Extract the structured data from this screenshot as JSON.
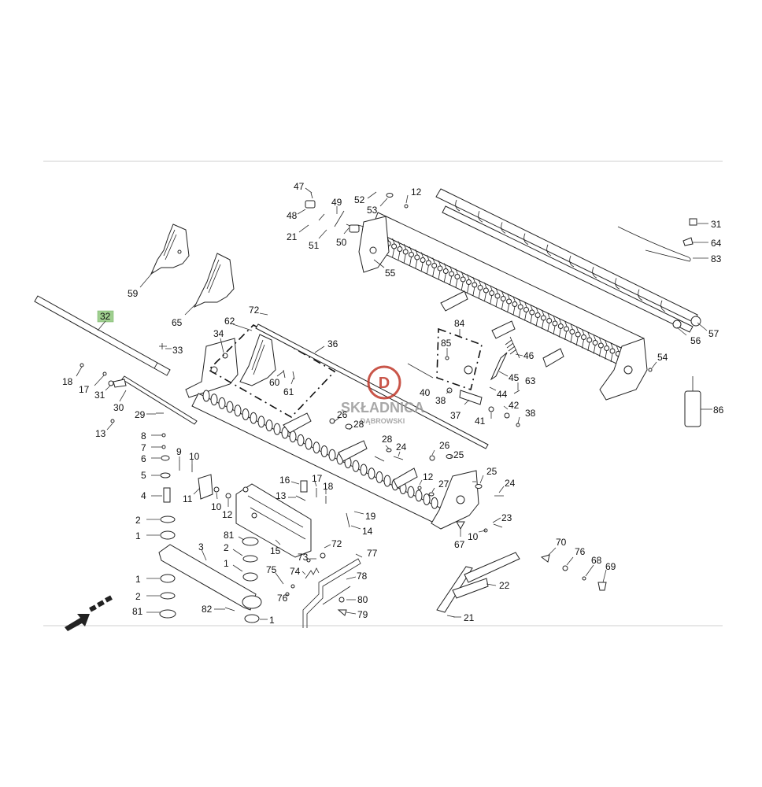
{
  "diagram": {
    "highlight_color": "#9fcf8f",
    "watermark": {
      "line1": "SKŁADNICA",
      "line2": "DĄBROWSKI",
      "logo_letter": "D",
      "color": "#c0392b"
    },
    "labels": [
      {
        "id": "47",
        "text": "47",
        "highlight": false
      },
      {
        "id": "52",
        "text": "52",
        "highlight": false
      },
      {
        "id": "12a",
        "text": "12",
        "highlight": false
      },
      {
        "id": "49",
        "text": "49",
        "highlight": false
      },
      {
        "id": "48",
        "text": "48",
        "highlight": false
      },
      {
        "id": "53",
        "text": "53",
        "highlight": false
      },
      {
        "id": "21a",
        "text": "21",
        "highlight": false
      },
      {
        "id": "51",
        "text": "51",
        "highlight": false
      },
      {
        "id": "50",
        "text": "50",
        "highlight": false
      },
      {
        "id": "31a",
        "text": "31",
        "highlight": false
      },
      {
        "id": "64",
        "text": "64",
        "highlight": false
      },
      {
        "id": "83",
        "text": "83",
        "highlight": false
      },
      {
        "id": "55",
        "text": "55",
        "highlight": false
      },
      {
        "id": "59",
        "text": "59",
        "highlight": false
      },
      {
        "id": "65",
        "text": "65",
        "highlight": false
      },
      {
        "id": "32",
        "text": "32",
        "highlight": true
      },
      {
        "id": "72a",
        "text": "72",
        "highlight": false
      },
      {
        "id": "62",
        "text": "62",
        "highlight": false
      },
      {
        "id": "84",
        "text": "84",
        "highlight": false
      },
      {
        "id": "57",
        "text": "57",
        "highlight": false
      },
      {
        "id": "56",
        "text": "56",
        "highlight": false
      },
      {
        "id": "34",
        "text": "34",
        "highlight": false
      },
      {
        "id": "36",
        "text": "36",
        "highlight": false
      },
      {
        "id": "85",
        "text": "85",
        "highlight": false
      },
      {
        "id": "33",
        "text": "33",
        "highlight": false
      },
      {
        "id": "46",
        "text": "46",
        "highlight": false
      },
      {
        "id": "54",
        "text": "54",
        "highlight": false
      },
      {
        "id": "45",
        "text": "45",
        "highlight": false
      },
      {
        "id": "18a",
        "text": "18",
        "highlight": false
      },
      {
        "id": "17a",
        "text": "17",
        "highlight": false
      },
      {
        "id": "60",
        "text": "60",
        "highlight": false
      },
      {
        "id": "31b",
        "text": "31",
        "highlight": false
      },
      {
        "id": "61",
        "text": "61",
        "highlight": false
      },
      {
        "id": "40",
        "text": "40",
        "highlight": false
      },
      {
        "id": "63",
        "text": "63",
        "highlight": false
      },
      {
        "id": "44",
        "text": "44",
        "highlight": false
      },
      {
        "id": "86",
        "text": "86",
        "highlight": false
      },
      {
        "id": "30",
        "text": "30",
        "highlight": false
      },
      {
        "id": "38a",
        "text": "38",
        "highlight": false
      },
      {
        "id": "42",
        "text": "42",
        "highlight": false
      },
      {
        "id": "29",
        "text": "29",
        "highlight": false
      },
      {
        "id": "26a",
        "text": "26",
        "highlight": false
      },
      {
        "id": "37",
        "text": "37",
        "highlight": false
      },
      {
        "id": "41",
        "text": "41",
        "highlight": false
      },
      {
        "id": "38b",
        "text": "38",
        "highlight": false
      },
      {
        "id": "28a",
        "text": "28",
        "highlight": false
      },
      {
        "id": "13a",
        "text": "13",
        "highlight": false
      },
      {
        "id": "8",
        "text": "8",
        "highlight": false
      },
      {
        "id": "28b",
        "text": "28",
        "highlight": false
      },
      {
        "id": "24a",
        "text": "24",
        "highlight": false
      },
      {
        "id": "7",
        "text": "7",
        "highlight": false
      },
      {
        "id": "26b",
        "text": "26",
        "highlight": false
      },
      {
        "id": "9",
        "text": "9",
        "highlight": false
      },
      {
        "id": "6",
        "text": "6",
        "highlight": false
      },
      {
        "id": "10a",
        "text": "10",
        "highlight": false
      },
      {
        "id": "25a",
        "text": "25",
        "highlight": false
      },
      {
        "id": "5",
        "text": "5",
        "highlight": false
      },
      {
        "id": "25b",
        "text": "25",
        "highlight": false
      },
      {
        "id": "16",
        "text": "16",
        "highlight": false
      },
      {
        "id": "17b",
        "text": "17",
        "highlight": false
      },
      {
        "id": "12b",
        "text": "12",
        "highlight": false
      },
      {
        "id": "18b",
        "text": "18",
        "highlight": false
      },
      {
        "id": "27",
        "text": "27",
        "highlight": false
      },
      {
        "id": "24b",
        "text": "24",
        "highlight": false
      },
      {
        "id": "4",
        "text": "4",
        "highlight": false
      },
      {
        "id": "11",
        "text": "11",
        "highlight": false
      },
      {
        "id": "13b",
        "text": "13",
        "highlight": false
      },
      {
        "id": "10b",
        "text": "10",
        "highlight": false
      },
      {
        "id": "12c",
        "text": "12",
        "highlight": false
      },
      {
        "id": "19",
        "text": "19",
        "highlight": false
      },
      {
        "id": "23",
        "text": "23",
        "highlight": false
      },
      {
        "id": "2a",
        "text": "2",
        "highlight": false
      },
      {
        "id": "14",
        "text": "14",
        "highlight": false
      },
      {
        "id": "10c",
        "text": "10",
        "highlight": false
      },
      {
        "id": "67",
        "text": "67",
        "highlight": false
      },
      {
        "id": "1a",
        "text": "1",
        "highlight": false
      },
      {
        "id": "81a",
        "text": "81",
        "highlight": false
      },
      {
        "id": "15",
        "text": "15",
        "highlight": false
      },
      {
        "id": "72b",
        "text": "72",
        "highlight": false
      },
      {
        "id": "70",
        "text": "70",
        "highlight": false
      },
      {
        "id": "3",
        "text": "3",
        "highlight": false
      },
      {
        "id": "2b",
        "text": "2",
        "highlight": false
      },
      {
        "id": "77",
        "text": "77",
        "highlight": false
      },
      {
        "id": "76a",
        "text": "76",
        "highlight": false
      },
      {
        "id": "73",
        "text": "73",
        "highlight": false
      },
      {
        "id": "68",
        "text": "68",
        "highlight": false
      },
      {
        "id": "1b",
        "text": "1",
        "highlight": false
      },
      {
        "id": "75",
        "text": "75",
        "highlight": false
      },
      {
        "id": "74",
        "text": "74",
        "highlight": false
      },
      {
        "id": "69",
        "text": "69",
        "highlight": false
      },
      {
        "id": "1c",
        "text": "1",
        "highlight": false
      },
      {
        "id": "78",
        "text": "78",
        "highlight": false
      },
      {
        "id": "22",
        "text": "22",
        "highlight": false
      },
      {
        "id": "2c",
        "text": "2",
        "highlight": false
      },
      {
        "id": "76b",
        "text": "76",
        "highlight": false
      },
      {
        "id": "80",
        "text": "80",
        "highlight": false
      },
      {
        "id": "81b",
        "text": "81",
        "highlight": false
      },
      {
        "id": "82",
        "text": "82",
        "highlight": false
      },
      {
        "id": "79",
        "text": "79",
        "highlight": false
      },
      {
        "id": "21b",
        "text": "21",
        "highlight": false
      },
      {
        "id": "1d",
        "text": "1",
        "highlight": false
      }
    ]
  }
}
